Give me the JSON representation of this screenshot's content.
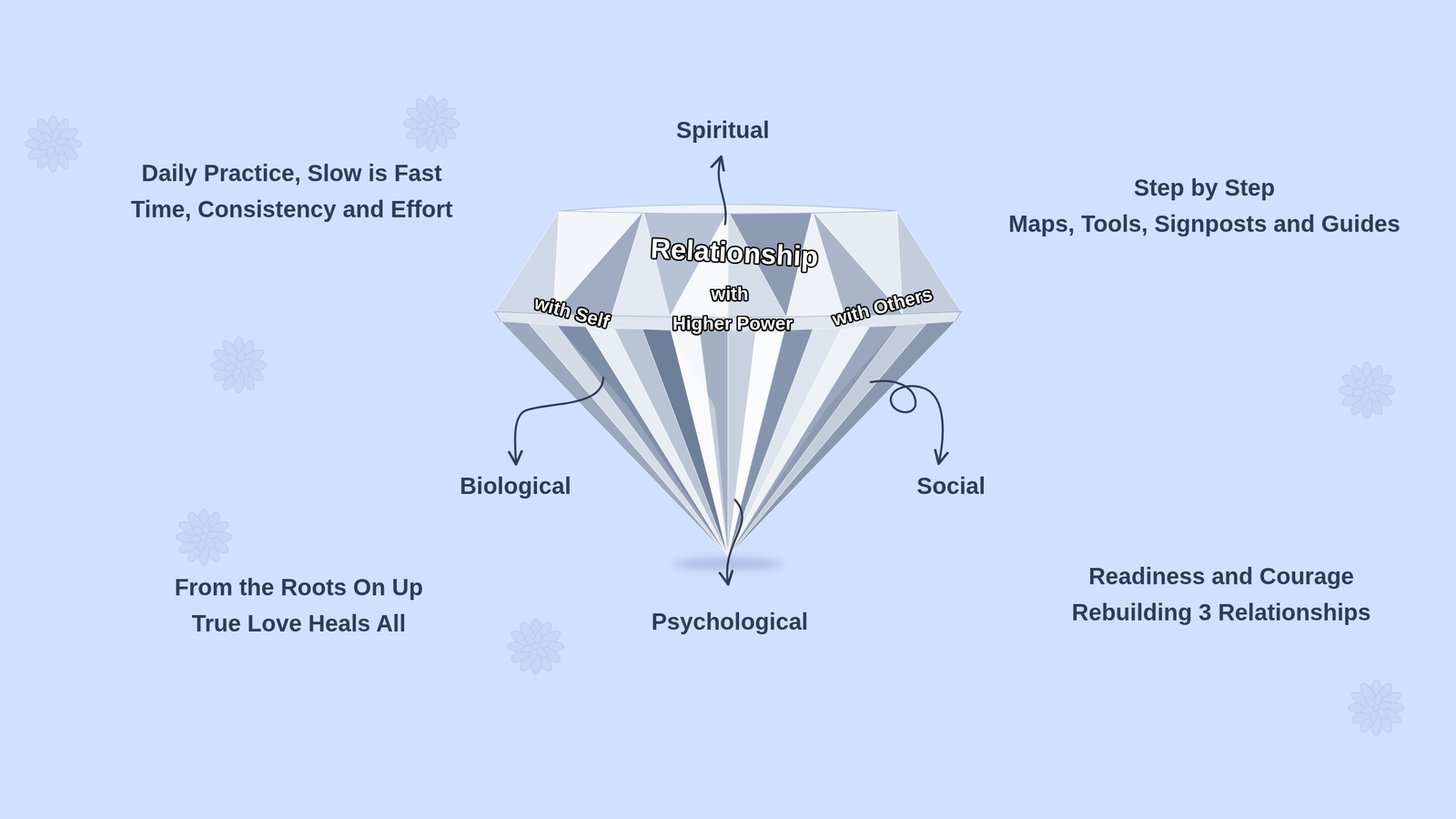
{
  "diagram": {
    "nodes": [
      {
        "text": [
          "Relationship",
          "with",
          "Higher Power",
          "with Self",
          "with Others"
        ]
      }
    ],
    "labels": [
      "Spiritual",
      "Daily Practice, Slow is Fast",
      "Time, Consistency and Effort",
      "Step by Step",
      "Maps, Tools, Signposts and Guides",
      "Biological",
      "Social",
      "Readiness and Courage",
      "Rebuilding 3 Relationships",
      "From the Roots On Up",
      "True Love Heals All",
      "Psychological"
    ]
  }
}
